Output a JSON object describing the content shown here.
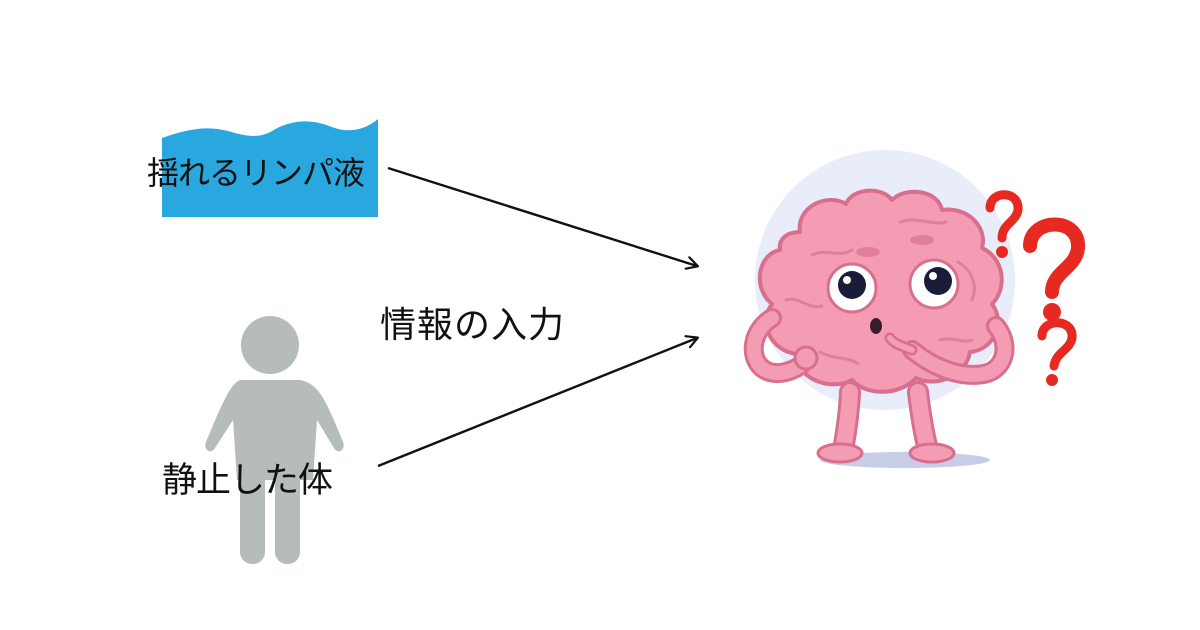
{
  "labels": {
    "lymph_fluid": "揺れるリンパ液",
    "info_input": "情報の入力",
    "still_body": "静止した体"
  },
  "icons": {
    "water": "water-wave-icon",
    "person": "person-silhouette-icon",
    "brain": "confused-brain-character",
    "question": "question-mark-icon"
  },
  "colors": {
    "water": "#29a8e0",
    "person": "#b6bbbb",
    "brain": "#f49cb4",
    "brain_outline": "#d86f8d",
    "question": "#e62a22",
    "glow": "#e9edfa",
    "arrow": "#111111"
  }
}
